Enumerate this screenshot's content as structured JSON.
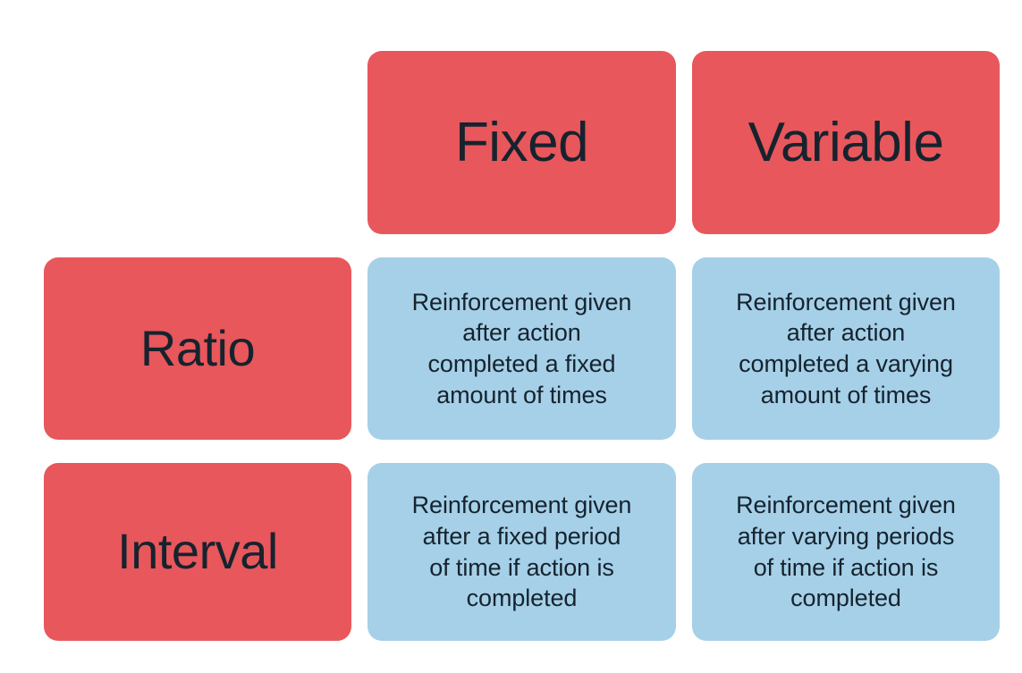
{
  "figure": {
    "type": "matrix-table",
    "background_color": "#ffffff",
    "header_color": "#e8575b",
    "body_color": "#a5d0e8",
    "text_color": "#16232E"
  },
  "corner": {
    "label": ""
  },
  "column_headers": [
    {
      "label": "Fixed"
    },
    {
      "label": "Variable"
    }
  ],
  "row_headers": [
    {
      "label": "Ratio"
    },
    {
      "label": "Interval"
    }
  ],
  "cells": [
    {
      "row": "Ratio",
      "column": "Fixed",
      "text": "Reinforcement given after action completed a fixed amount of times",
      "lines": [
        "Reinforcement given",
        "after action",
        "completed a fixed",
        "amount of times"
      ]
    },
    {
      "row": "Ratio",
      "column": "Variable",
      "text": "Reinforcement given after action completed a varying amount of times",
      "lines": [
        "Reinforcement given",
        "after action",
        "completed a varying",
        "amount of times"
      ]
    },
    {
      "row": "Interval",
      "column": "Fixed",
      "text": "Reinforcement given after a fixed period of time if action is completed",
      "lines": [
        "Reinforcement given",
        "after a fixed period",
        "of time if action is",
        "completed"
      ]
    },
    {
      "row": "Interval",
      "column": "Variable",
      "text": "Reinforcement given after varying periods of time if action is completed",
      "lines": [
        "Reinforcement given",
        "after varying periods",
        "of time if action is",
        "completed"
      ]
    }
  ]
}
